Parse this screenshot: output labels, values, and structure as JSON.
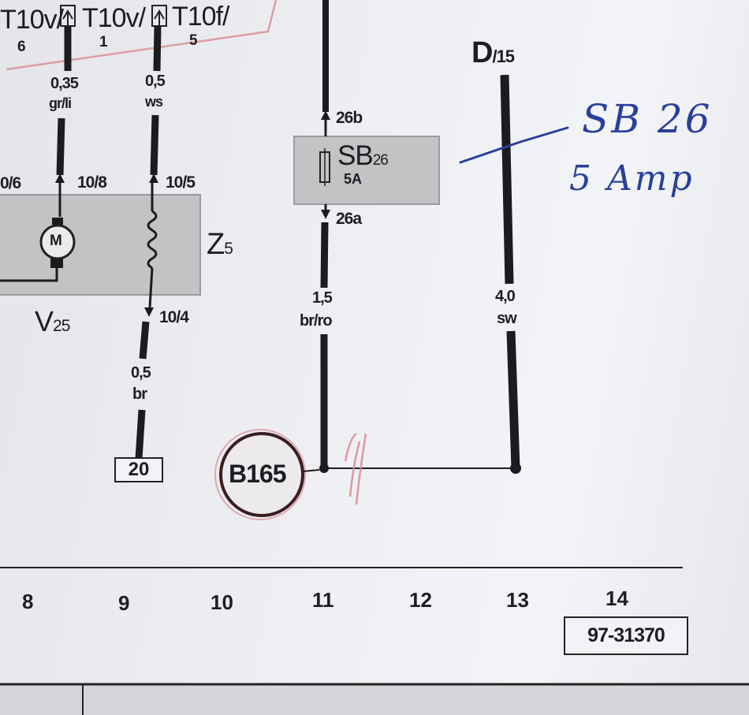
{
  "connectors": [
    {
      "name": "T10v/",
      "pin": "6"
    },
    {
      "name": "T10v/",
      "pin": "1"
    },
    {
      "name": "T10f/",
      "pin": "5"
    }
  ],
  "wires": {
    "w8_size": "0,35",
    "w8_color": "gr/li",
    "w9_size": "0,5",
    "w9_color": "ws",
    "w9b_size": "0,5",
    "w9b_color": "br",
    "w11_size": "1,5",
    "w11_color": "br/ro",
    "w13_size": "4,0",
    "w13_color": "sw"
  },
  "pins": {
    "p_10_6": "0/6",
    "p_10_8": "10/8",
    "p_10_5": "10/5",
    "p_10_4": "10/4",
    "p_26b": "26b",
    "p_26a": "26a"
  },
  "components": {
    "v25_letter": "V",
    "v25_sub": "25",
    "z5_letter": "Z",
    "z5_sub": "5",
    "motor": "M",
    "fuse_letter": "SB",
    "fuse_sub": "26",
    "fuse_rating": "5A",
    "d15_letter": "D",
    "d15_sub": "/15",
    "ground": "B165",
    "ref_box": "20"
  },
  "annotation": {
    "line1": "SB 26",
    "line2": "5 Amp"
  },
  "column_numbers": [
    "8",
    "9",
    "10",
    "11",
    "12",
    "13",
    "14"
  ],
  "drawing_number": "97-31370",
  "colors": {
    "wire": "#1c1c1f",
    "component_fill": "#c3c3c6",
    "handwriting": "#2a3f9a",
    "pink_marks": "#d98a94",
    "ground_circle": "#3a1e22"
  }
}
